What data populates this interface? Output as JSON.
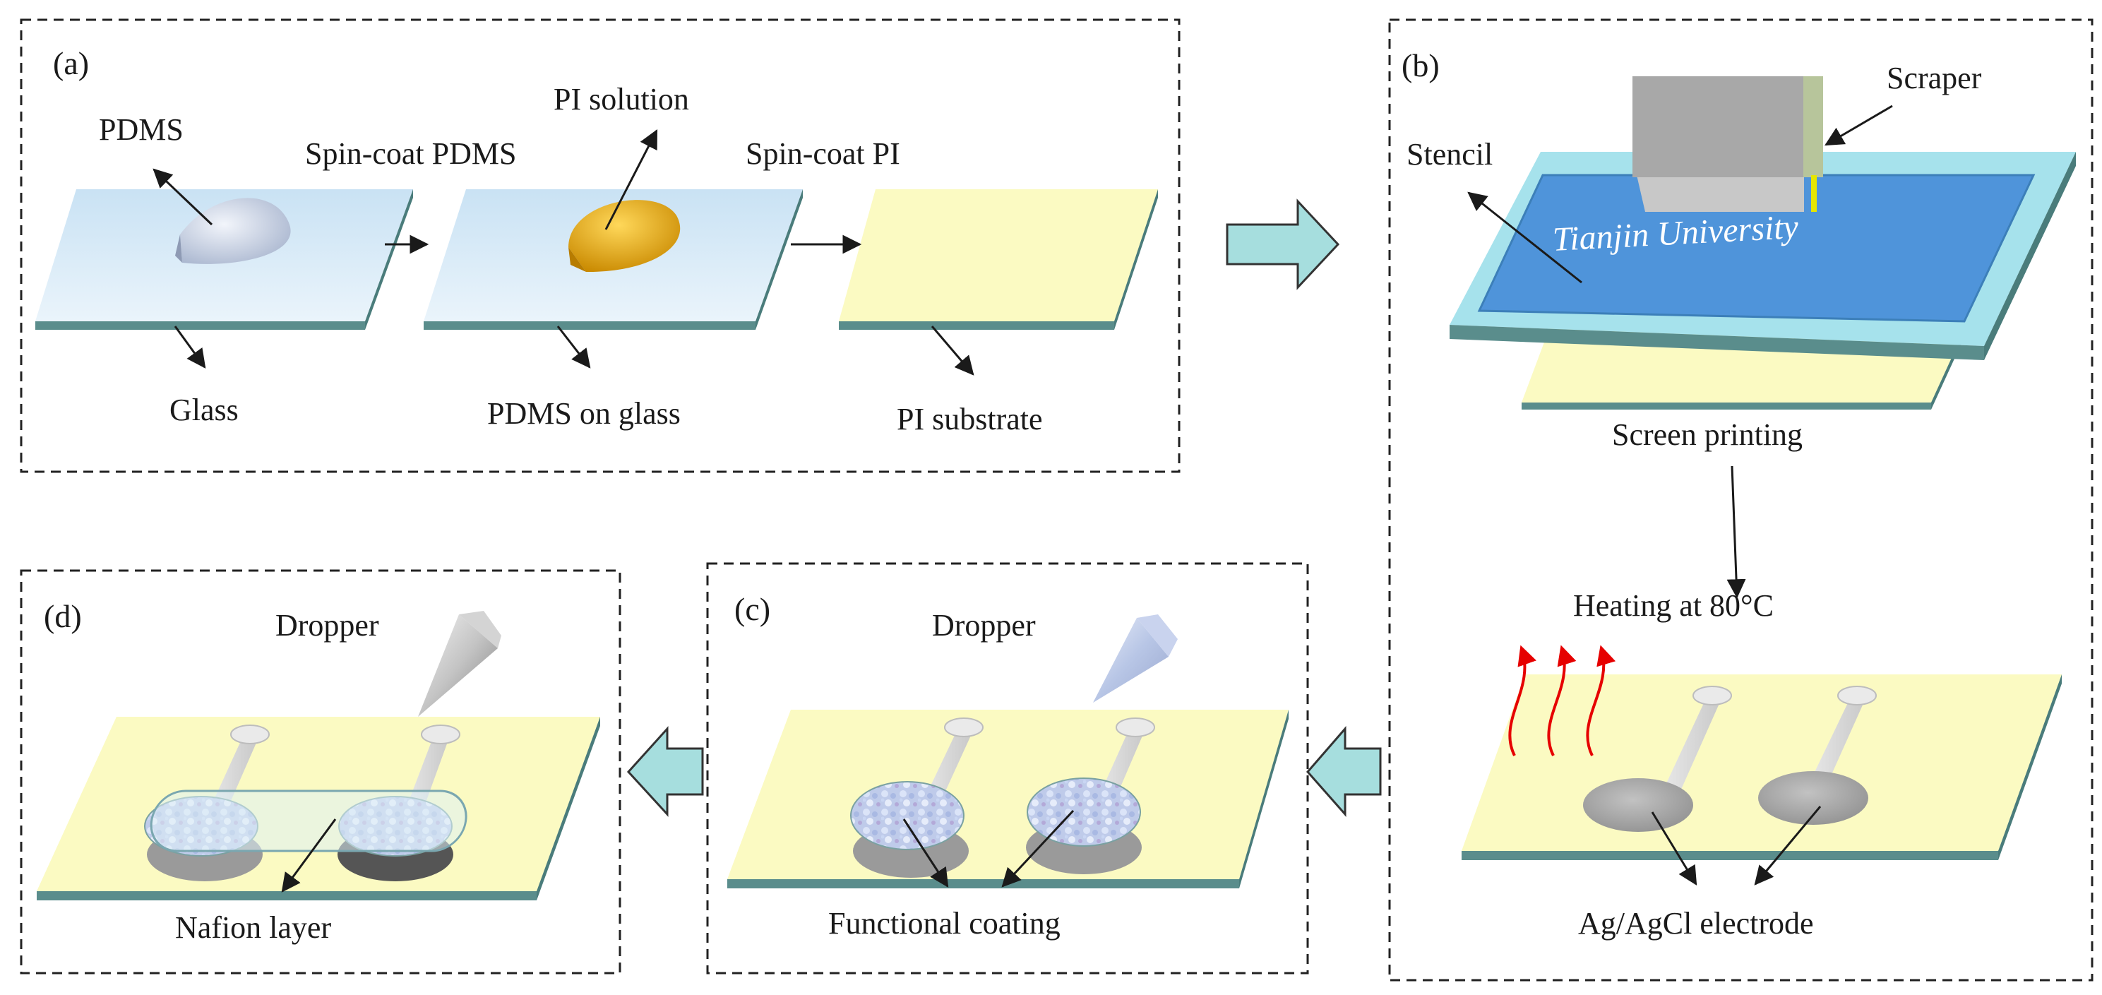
{
  "panels": {
    "a": {
      "label": "(a)",
      "pdms": "PDMS",
      "spin_pdms": "Spin-coat PDMS",
      "pi_solution": "PI solution",
      "spin_pi": "Spin-coat PI",
      "glass": "Glass",
      "pdms_on_glass": "PDMS on glass",
      "pi_substrate": "PI substrate"
    },
    "b": {
      "label": "(b)",
      "scraper": "Scraper",
      "stencil": "Stencil",
      "stencil_text": "Tianjin University",
      "screen_printing": "Screen printing",
      "heating": "Heating at 80°C",
      "electrode": "Ag/AgCl electrode"
    },
    "c": {
      "label": "(c)",
      "dropper": "Dropper",
      "coating": "Functional coating"
    },
    "d": {
      "label": "(d)",
      "dropper": "Dropper",
      "nafion": "Nafion layer"
    }
  },
  "colors": {
    "glass": "#d4e8f6",
    "pi_film": "#fbfac2",
    "substrate_edge": "#5a8d8c",
    "stencil_frame": "#a6e2ec",
    "stencil_screen": "#4f94da",
    "block_arrow": "#a6dede",
    "heat_arrow": "#e60000",
    "pi_drop": "#e9a80f"
  }
}
